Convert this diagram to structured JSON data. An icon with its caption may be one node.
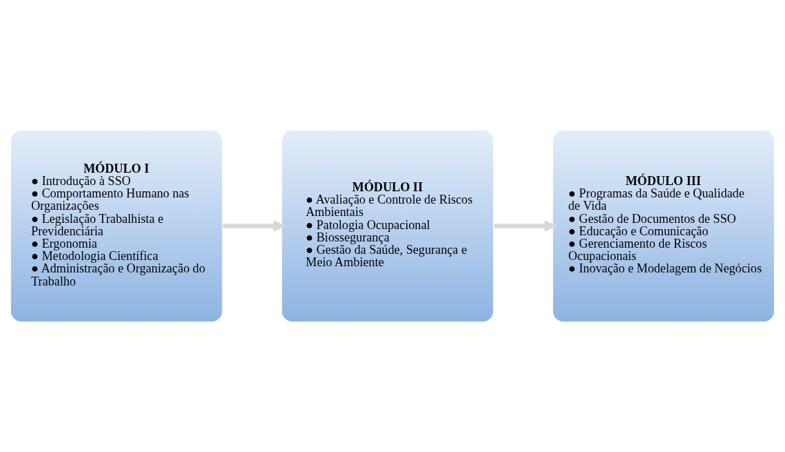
{
  "diagram": {
    "nodes": [
      {
        "text": [
          "MÓDULO I",
          "● Introdução à SSO",
          "● Comportamento Humano nas Organizações",
          "● Legislação Trabalhista e Previdenciária",
          "● Ergonomia",
          "● Metodologia Científica",
          "● Administração e Organização do Trabalho"
        ]
      },
      {
        "text": [
          "MÓDULO II",
          "● Avaliação e Controle de Riscos Ambientais",
          "● Patologia Ocupacional",
          "● Biossegurança",
          "● Gestão da Saúde, Segurança e Meio Ambiente"
        ]
      },
      {
        "text": [
          "MÓDULO III",
          "● Programas da Saúde e Qualidade de Vida",
          "● Gestão de Documentos de SSO",
          "● Educação e Comunicação",
          "● Gerenciamento de Riscos Ocupacionais",
          "● Inovação e Modelagem de Negócios"
        ]
      }
    ],
    "edges": [
      {
        "from": 0,
        "to": 1,
        "arrow": "to"
      },
      {
        "from": 1,
        "to": 2,
        "arrow": "to"
      }
    ]
  }
}
